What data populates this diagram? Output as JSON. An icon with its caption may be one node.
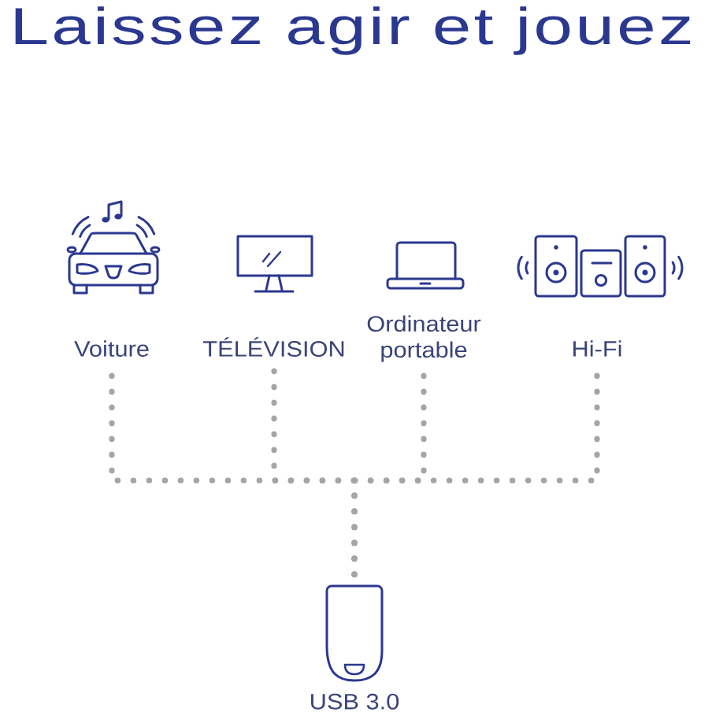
{
  "diagram": {
    "title": "Laissez agir et jouez",
    "nodes": [
      {
        "text": [
          "Voiture"
        ]
      },
      {
        "text": [
          "TÉLÉVISION"
        ]
      },
      {
        "text": [
          "Ordinateur portable"
        ]
      },
      {
        "text": [
          "Hi-Fi"
        ]
      },
      {
        "text": [],
        "shape": "picture",
        "beside": [
          "USB 3.0"
        ]
      }
    ],
    "edges": [
      {
        "from": 0,
        "to": 4,
        "arrow": "none"
      },
      {
        "from": 1,
        "to": 4,
        "arrow": "none"
      },
      {
        "from": 2,
        "to": 4,
        "arrow": "none"
      },
      {
        "from": 3,
        "to": 4,
        "arrow": "none"
      }
    ]
  }
}
